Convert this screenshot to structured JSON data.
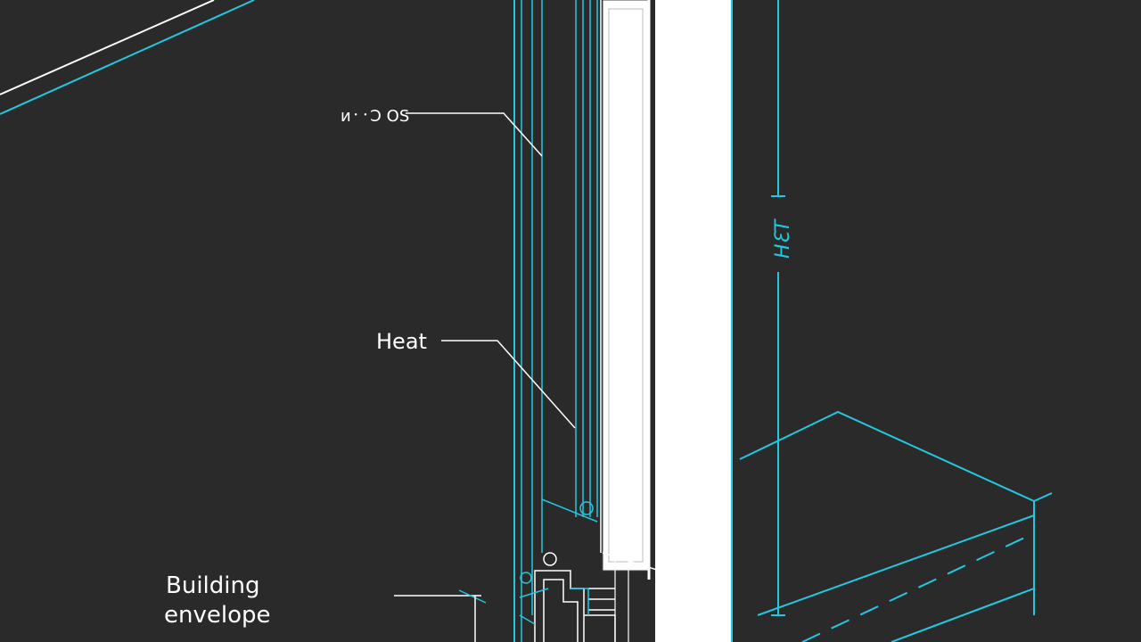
{
  "labels": {
    "top_label": "ᴎ᛫᛫Ͻ OS",
    "heat": "Heat",
    "dimension": "HƐT",
    "building_line1": "Building",
    "building_line2": "envelope"
  },
  "colors": {
    "background": "#2a2a2a",
    "cyan": "#22c8e0",
    "white": "#ffffff"
  }
}
